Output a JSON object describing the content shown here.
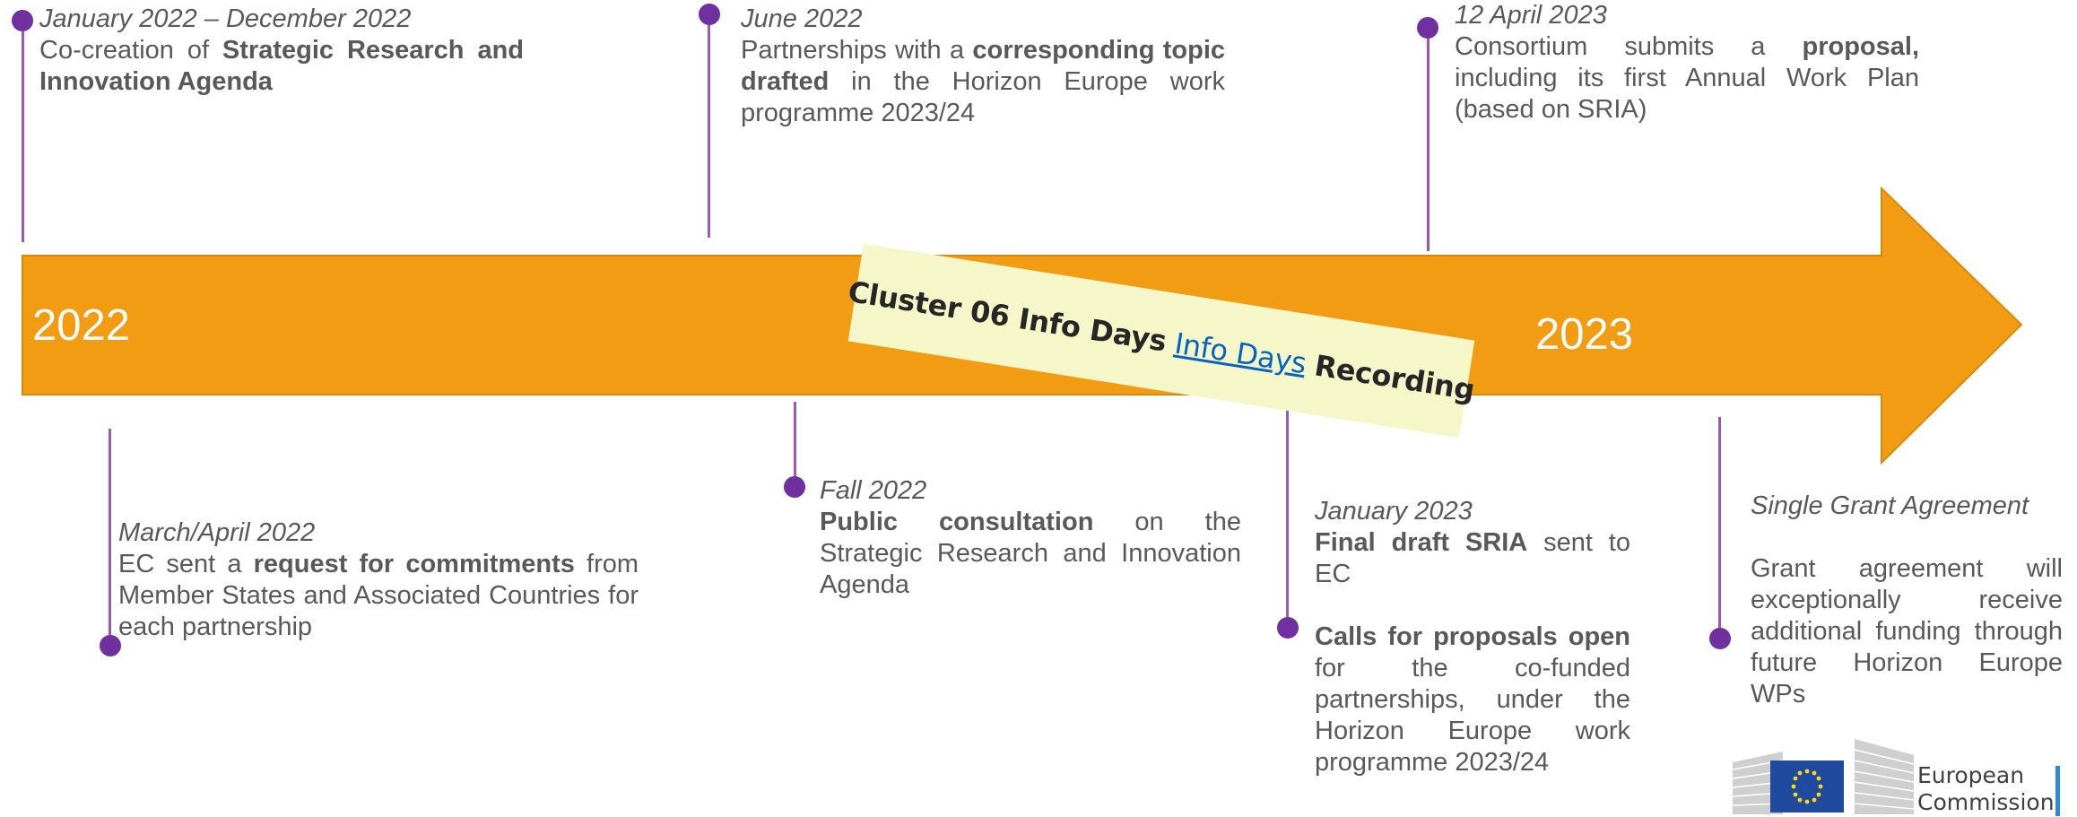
{
  "timeline": {
    "years": [
      "2022",
      "2023"
    ],
    "arrow_color": "#f29c13",
    "marker_color": "#7030a0",
    "events_top": [
      {
        "date": "January 2022 – December 2022",
        "pre": "Co-creation of ",
        "bold": "Strategic Research and Innovation Agenda",
        "post": ""
      },
      {
        "date": "June 2022",
        "pre": "Partnerships with a ",
        "bold": "corresponding topic drafted",
        "post": " in the Horizon Europe work programme 2023/24"
      },
      {
        "date": "12 April 2023",
        "pre": "Consortium submits a ",
        "bold": "proposal,",
        "post": " including its first Annual Work Plan (based on SRIA)"
      }
    ],
    "events_bottom": [
      {
        "date": "March/April 2022",
        "pre": "EC sent a ",
        "bold": "request for commitments",
        "post": " from Member States and Associated Countries for each partnership"
      },
      {
        "date": "Fall 2022",
        "pre": "",
        "bold": "Public consultation",
        "post": " on the Strategic Research and Innovation Agenda"
      },
      {
        "date": "January 2023",
        "pre": "",
        "bold": "Final draft SRIA",
        "post": " sent to EC",
        "bold2": "Calls for proposals open",
        "post2": " for the co-funded partnerships, under the Horizon Europe work programme 2023/24"
      },
      {
        "date": "Single Grant Agreement",
        "body": "Grant agreement will exceptionally receive additional funding through future Horizon Europe WPs"
      }
    ]
  },
  "banner": {
    "pre": "Cluster 06 Info Days",
    "link": "Info Days",
    "post": "Recording"
  },
  "logo": {
    "line1": "European",
    "line2": "Commission"
  }
}
